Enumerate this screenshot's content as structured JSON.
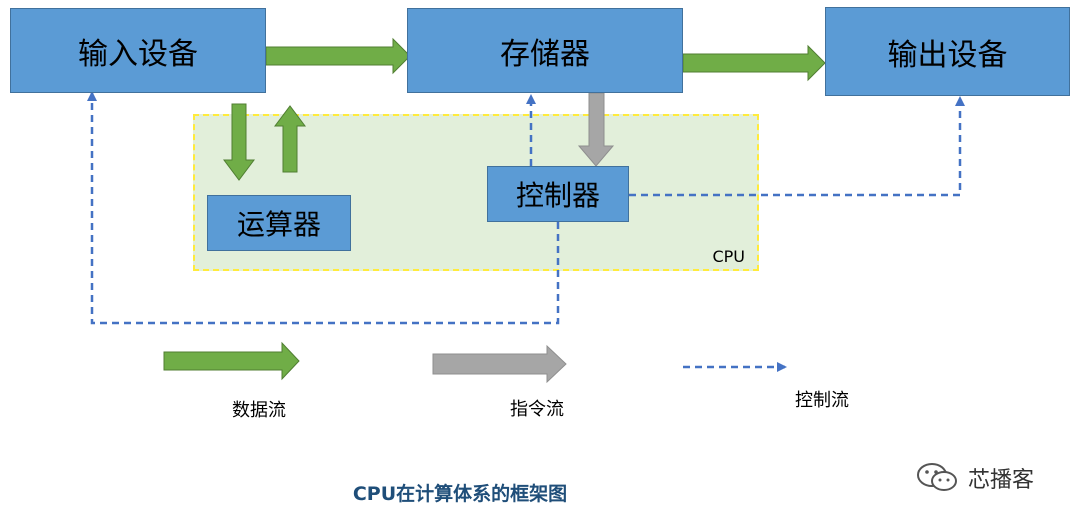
{
  "nodes": {
    "input": "输入设备",
    "memory": "存储器",
    "output": "输出设备",
    "alu": "运算器",
    "controller": "控制器"
  },
  "cpu_label": "CPU",
  "legend": {
    "data_flow": "数据流",
    "instruction_flow": "指令流",
    "control_flow": "控制流"
  },
  "caption": "CPU在计算体系的框架图",
  "brand": "芯播客",
  "colors": {
    "box_fill": "#5b9bd5",
    "data_arrow": "#70ad47",
    "instruction_arrow": "#a6a6a6",
    "control_line": "#4472c4",
    "cpu_fill": "#e2efda",
    "cpu_border": "#ffeb3b",
    "caption": "#1f4e79"
  }
}
